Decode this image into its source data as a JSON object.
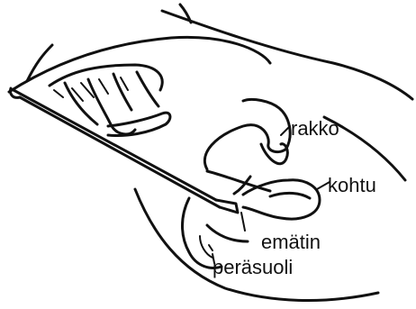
{
  "labels": {
    "rakko": "rakko",
    "kohtu": "kohtu",
    "ematin": "emätin",
    "perasuoli": "peräsuoli"
  },
  "colors": {
    "ink": "#111111",
    "background": "#ffffff"
  }
}
